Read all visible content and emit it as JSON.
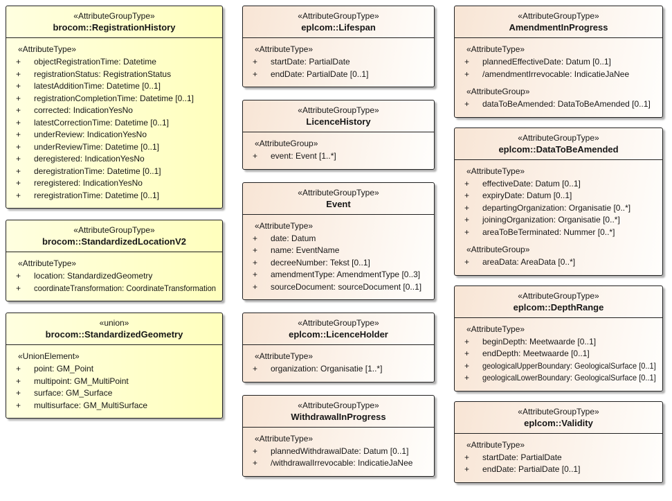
{
  "diagram": {
    "title": "UML attribute group type diagram",
    "colors": {
      "yellow_fill_from": "#ffffe0",
      "yellow_fill_to": "#ffffbd",
      "cream_fill_from": "#f8e5d5",
      "cream_fill_to": "#fffefc",
      "border": "#1f1f1f",
      "text": "#161616",
      "page_background": "#ffffff"
    },
    "columns": [
      {
        "boxes": [
          {
            "id": "registration-history",
            "fill": "yellow",
            "stereotype": "«AttributeGroupType»",
            "name": "brocom::RegistrationHistory",
            "sections": [
              {
                "label": "«AttributeType»",
                "items": [
                  {
                    "vis": "+",
                    "text": "objectRegistrationTime: Datetime"
                  },
                  {
                    "vis": "+",
                    "text": "registrationStatus: RegistrationStatus"
                  },
                  {
                    "vis": "+",
                    "text": "latestAdditionTime: Datetime [0..1]"
                  },
                  {
                    "vis": "+",
                    "text": "registrationCompletionTime: Datetime [0..1]"
                  },
                  {
                    "vis": "+",
                    "text": "corrected: IndicationYesNo"
                  },
                  {
                    "vis": "+",
                    "text": "latestCorrectionTime: Datetime [0..1]"
                  },
                  {
                    "vis": "+",
                    "text": "underReview: IndicationYesNo"
                  },
                  {
                    "vis": "+",
                    "text": "underReviewTime: Datetime [0..1]"
                  },
                  {
                    "vis": "+",
                    "text": "deregistered: IndicationYesNo"
                  },
                  {
                    "vis": "+",
                    "text": "deregistrationTime: Datetime [0..1]"
                  },
                  {
                    "vis": "+",
                    "text": "reregistered: IndicationYesNo"
                  },
                  {
                    "vis": "+",
                    "text": "reregistrationTime: Datetime [0..1]"
                  }
                ]
              }
            ]
          },
          {
            "id": "standardized-location-v2",
            "fill": "yellow",
            "stereotype": "«AttributeGroupType»",
            "name": "brocom::StandardizedLocationV2",
            "sections": [
              {
                "label": "«AttributeType»",
                "items": [
                  {
                    "vis": "+",
                    "text": "location: StandardizedGeometry"
                  },
                  {
                    "vis": "+",
                    "text": "coordinateTransformation: CoordinateTransformation"
                  }
                ]
              }
            ]
          },
          {
            "id": "standardized-geometry",
            "fill": "yellow",
            "stereotype": "«union»",
            "name": "brocom::StandardizedGeometry",
            "sections": [
              {
                "label": "«UnionElement»",
                "items": [
                  {
                    "vis": "+",
                    "text": "point: GM_Point"
                  },
                  {
                    "vis": "+",
                    "text": "multipoint: GM_MultiPoint"
                  },
                  {
                    "vis": "+",
                    "text": "surface: GM_Surface"
                  },
                  {
                    "vis": "+",
                    "text": "multisurface: GM_MultiSurface"
                  }
                ]
              }
            ]
          }
        ]
      },
      {
        "boxes": [
          {
            "id": "lifespan",
            "fill": "cream",
            "stereotype": "«AttributeGroupType»",
            "name": "eplcom::Lifespan",
            "sections": [
              {
                "label": "«AttributeType»",
                "items": [
                  {
                    "vis": "+",
                    "text": "startDate: PartialDate"
                  },
                  {
                    "vis": "+",
                    "text": "endDate: PartialDate [0..1]"
                  }
                ]
              }
            ]
          },
          {
            "id": "licence-history",
            "fill": "cream",
            "stereotype": "«AttributeGroupType»",
            "name": "LicenceHistory",
            "sections": [
              {
                "label": "«AttributeGroup»",
                "items": [
                  {
                    "vis": "+",
                    "text": "event: Event [1..*]"
                  }
                ]
              }
            ]
          },
          {
            "id": "event",
            "fill": "cream",
            "stereotype": "«AttributeGroupType»",
            "name": "Event",
            "sections": [
              {
                "label": "«AttributeType»",
                "items": [
                  {
                    "vis": "+",
                    "text": "date: Datum"
                  },
                  {
                    "vis": "+",
                    "text": "name: EventName"
                  },
                  {
                    "vis": "+",
                    "text": "decreeNumber: Tekst [0..1]"
                  },
                  {
                    "vis": "+",
                    "text": "amendmentType: AmendmentType [0..3]"
                  },
                  {
                    "vis": "+",
                    "text": "sourceDocument: sourceDocument [0..1]"
                  }
                ]
              }
            ]
          },
          {
            "id": "licence-holder",
            "fill": "cream",
            "stereotype": "«AttributeGroupType»",
            "name": "eplcom::LicenceHolder",
            "sections": [
              {
                "label": "«AttributeType»",
                "items": [
                  {
                    "vis": "+",
                    "text": "organization: Organisatie [1..*]"
                  }
                ]
              }
            ]
          },
          {
            "id": "withdrawal-in-progress",
            "fill": "cream",
            "stereotype": "«AttributeGroupType»",
            "name": "WithdrawalInProgress",
            "sections": [
              {
                "label": "«AttributeType»",
                "items": [
                  {
                    "vis": "+",
                    "text": "plannedWithdrawalDate: Datum [0..1]"
                  },
                  {
                    "vis": "+",
                    "text": "/withdrawalIrrevocable: IndicatieJaNee"
                  }
                ]
              }
            ]
          }
        ]
      },
      {
        "boxes": [
          {
            "id": "amendment-in-progress",
            "fill": "cream",
            "stereotype": "«AttributeGroupType»",
            "name": "AmendmentInProgress",
            "sections": [
              {
                "label": "«AttributeType»",
                "items": [
                  {
                    "vis": "+",
                    "text": "plannedEffectiveDate: Datum [0..1]"
                  },
                  {
                    "vis": "+",
                    "text": "/amendmentIrrevocable: IndicatieJaNee"
                  }
                ]
              },
              {
                "label": "«AttributeGroup»",
                "items": [
                  {
                    "vis": "+",
                    "text": "dataToBeAmended: DataToBeAmended [0..1]"
                  }
                ]
              }
            ]
          },
          {
            "id": "data-to-be-amended",
            "fill": "cream",
            "stereotype": "«AttributeGroupType»",
            "name": "eplcom::DataToBeAmended",
            "sections": [
              {
                "label": "«AttributeType»",
                "items": [
                  {
                    "vis": "+",
                    "text": "effectiveDate: Datum [0..1]"
                  },
                  {
                    "vis": "+",
                    "text": "expiryDate: Datum [0..1]"
                  },
                  {
                    "vis": "+",
                    "text": "departingOrganization: Organisatie [0..*]"
                  },
                  {
                    "vis": "+",
                    "text": "joiningOrganization: Organisatie [0..*]"
                  },
                  {
                    "vis": "+",
                    "text": "areaToBeTerminated: Nummer [0..*]"
                  }
                ]
              },
              {
                "label": "«AttributeGroup»",
                "items": [
                  {
                    "vis": "+",
                    "text": "areaData: AreaData [0..*]"
                  }
                ]
              }
            ]
          },
          {
            "id": "depth-range",
            "fill": "cream",
            "stereotype": "«AttributeGroupType»",
            "name": "eplcom::DepthRange",
            "sections": [
              {
                "label": "«AttributeType»",
                "items": [
                  {
                    "vis": "+",
                    "text": "beginDepth: Meetwaarde [0..1]"
                  },
                  {
                    "vis": "+",
                    "text": "endDepth: Meetwaarde [0..1]"
                  },
                  {
                    "vis": "+",
                    "text": "geologicalUpperBoundary: GeologicalSurface [0..1]"
                  },
                  {
                    "vis": "+",
                    "text": "geologicalLowerBoundary: GeologicalSurface [0..1]"
                  }
                ]
              }
            ]
          },
          {
            "id": "validity",
            "fill": "cream",
            "stereotype": "«AttributeGroupType»",
            "name": "eplcom::Validity",
            "sections": [
              {
                "label": "«AttributeType»",
                "items": [
                  {
                    "vis": "+",
                    "text": "startDate: PartialDate"
                  },
                  {
                    "vis": "+",
                    "text": "endDate: PartialDate [0..1]"
                  }
                ]
              }
            ]
          }
        ]
      }
    ]
  }
}
